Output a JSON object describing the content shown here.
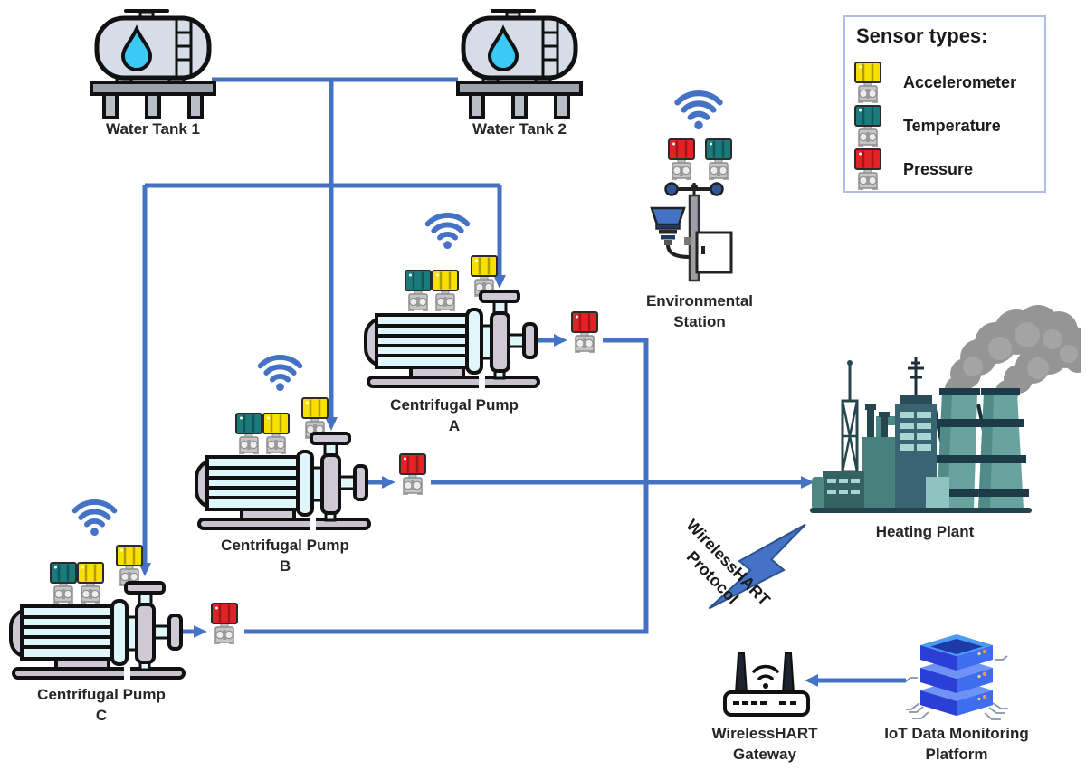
{
  "legend": {
    "title": "Sensor types:",
    "items": [
      {
        "label": "Accelerometer",
        "color": "#F8E000"
      },
      {
        "label": "Temperature",
        "color": "#1A7A7C"
      },
      {
        "label": "Pressure",
        "color": "#E32226"
      }
    ]
  },
  "nodes": {
    "tank1": {
      "label": "Water Tank 1"
    },
    "tank2": {
      "label": "Water Tank 2"
    },
    "pump_a": {
      "label": "Centrifugal Pump",
      "sub": "A"
    },
    "pump_b": {
      "label": "Centrifugal Pump",
      "sub": "B"
    },
    "pump_c": {
      "label": "Centrifugal Pump",
      "sub": "C"
    },
    "env_station": {
      "label": "Environmental",
      "sub": "Station"
    },
    "heating_plant": {
      "label": "Heating Plant"
    },
    "gateway": {
      "label": "WirelessHART",
      "sub": "Gateway"
    },
    "iot_platform": {
      "label": "IoT Data Monitoring",
      "sub": "Platform"
    }
  },
  "annotations": {
    "protocol_line1": "WirelessHART",
    "protocol_line2": "Protocol"
  },
  "icons": [
    "wifi-icon",
    "sensor-icon",
    "water-tank-icon",
    "centrifugal-pump-icon",
    "environmental-station-icon",
    "heating-plant-icon",
    "lightning-bolt-icon",
    "wireless-gateway-icon",
    "server-stack-icon",
    "arrow-connector"
  ],
  "colors": {
    "connector_blue": "#4472C4",
    "wifi_blue": "#4472C4",
    "legend_border": "#A9C0E8",
    "label_text": "#262626",
    "sensor_yellow": "#F8E000",
    "sensor_teal": "#1A7A7C",
    "sensor_red": "#E32226",
    "plant_teal": "#68A39F",
    "smoke_gray": "#8E8E8E",
    "server_blue": "#3353E8"
  }
}
